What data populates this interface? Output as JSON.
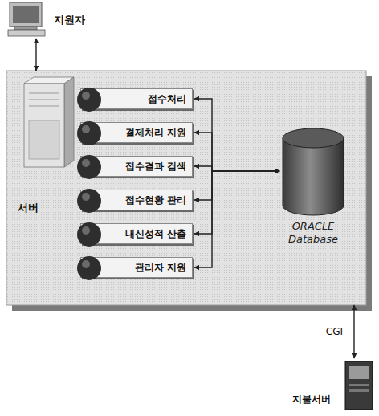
{
  "diagram": {
    "nodes": [
      {
        "text": [
          "지원자"
        ]
      },
      {
        "text": [
          "서버"
        ]
      },
      {
        "text": [
          "접수처리"
        ],
        "in": 1
      },
      {
        "text": [
          "결제처리 지원"
        ],
        "in": 1
      },
      {
        "text": [
          "접수결과 검색"
        ],
        "in": 1
      },
      {
        "text": [
          "접수현황 관리"
        ],
        "in": 1
      },
      {
        "text": [
          "내신성적 산출"
        ],
        "in": 1
      },
      {
        "text": [
          "관리자 지원"
        ],
        "in": 1
      },
      {
        "text": [
          "ORACLE Database"
        ],
        "in": 1
      },
      {
        "text": [
          "지불서버"
        ]
      }
    ],
    "edges": [
      {
        "from": 0,
        "to": 1,
        "arrow": "both"
      },
      {
        "from": 9,
        "to": 1,
        "label": "CGI",
        "arrow": "both"
      },
      {
        "from": 2,
        "to": 8,
        "arrow": "both"
      },
      {
        "from": 3,
        "to": 8,
        "arrow": "both"
      },
      {
        "from": 4,
        "to": 8,
        "arrow": "both"
      },
      {
        "from": 5,
        "to": 8,
        "arrow": "both"
      },
      {
        "from": 6,
        "to": 8,
        "arrow": "both"
      },
      {
        "from": 7,
        "to": 8,
        "arrow": "both"
      }
    ]
  }
}
